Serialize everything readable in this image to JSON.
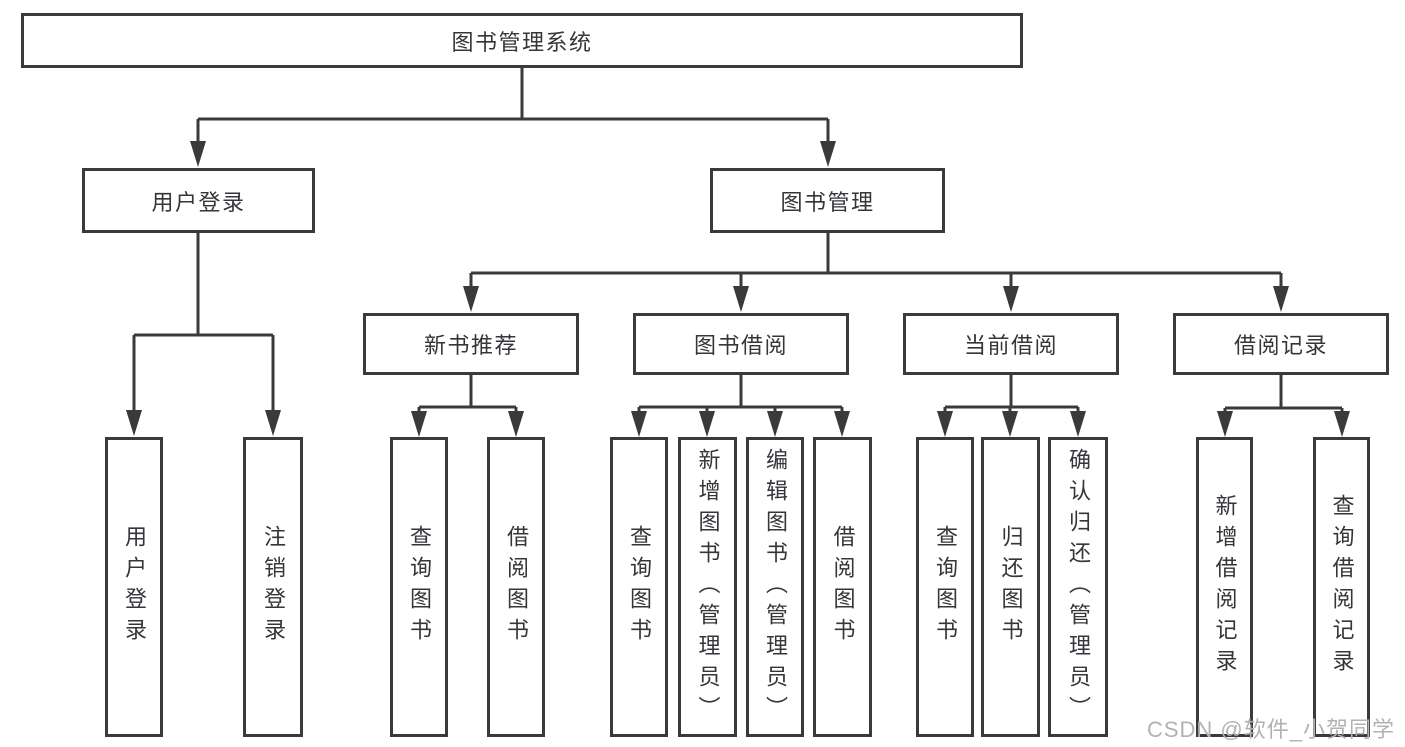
{
  "colors": {
    "line": "#3a3a3d",
    "border": "#3a3a3d",
    "text": "#35353a",
    "watermark": "#b2b2b2",
    "background": "#ffffff"
  },
  "watermark": {
    "text": "CSDN @软件_小贺同学"
  },
  "nodes": {
    "root": {
      "label": "图书管理系统"
    },
    "level2": [
      {
        "label": "用户登录"
      },
      {
        "label": "图书管理"
      }
    ],
    "level3": [
      {
        "label": "新书推荐"
      },
      {
        "label": "图书借阅"
      },
      {
        "label": "当前借阅"
      },
      {
        "label": "借阅记录"
      }
    ],
    "children": {
      "user_login": [
        {
          "label": "用户登录"
        },
        {
          "label": "注销登录"
        }
      ],
      "new_book": [
        {
          "label": "查询图书"
        },
        {
          "label": "借阅图书"
        }
      ],
      "book_borrow": [
        {
          "label": "查询图书"
        },
        {
          "label": "新增图书（管理员）"
        },
        {
          "label": "编辑图书（管理员）"
        },
        {
          "label": "借阅图书"
        }
      ],
      "current_borrow": [
        {
          "label": "查询图书"
        },
        {
          "label": "归还图书"
        },
        {
          "label": "确认归还（管理员）"
        }
      ],
      "borrow_record": [
        {
          "label": "新增借阅记录"
        },
        {
          "label": "查询借阅记录"
        }
      ]
    }
  }
}
